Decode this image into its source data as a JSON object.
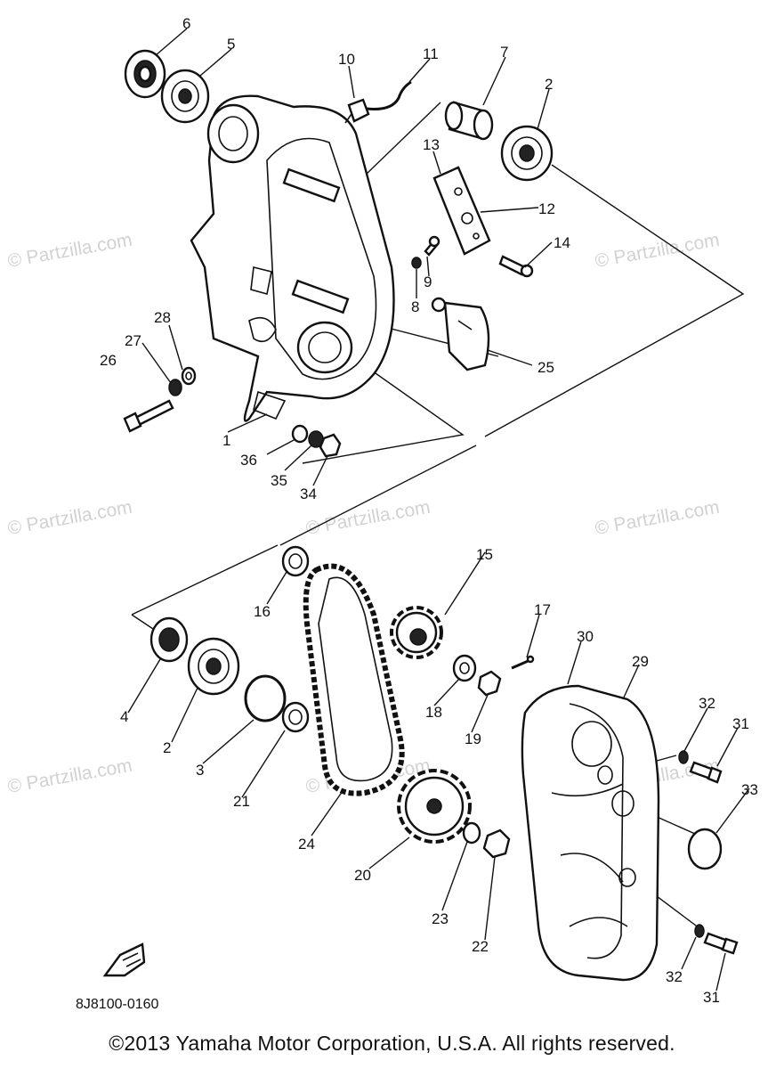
{
  "diagram_code": "8J8100-0160",
  "copyright": "©2013 Yamaha Motor Corporation, U.S.A. All rights reserved.",
  "watermark": "© Partzilla.com",
  "callouts": [
    "1",
    "2",
    "2",
    "3",
    "4",
    "5",
    "6",
    "7",
    "8",
    "9",
    "10",
    "11",
    "12",
    "13",
    "14",
    "15",
    "16",
    "17",
    "18",
    "19",
    "20",
    "21",
    "22",
    "23",
    "24",
    "25",
    "26",
    "27",
    "28",
    "29",
    "30",
    "31",
    "31",
    "32",
    "32",
    "33",
    "34",
    "35",
    "36"
  ]
}
